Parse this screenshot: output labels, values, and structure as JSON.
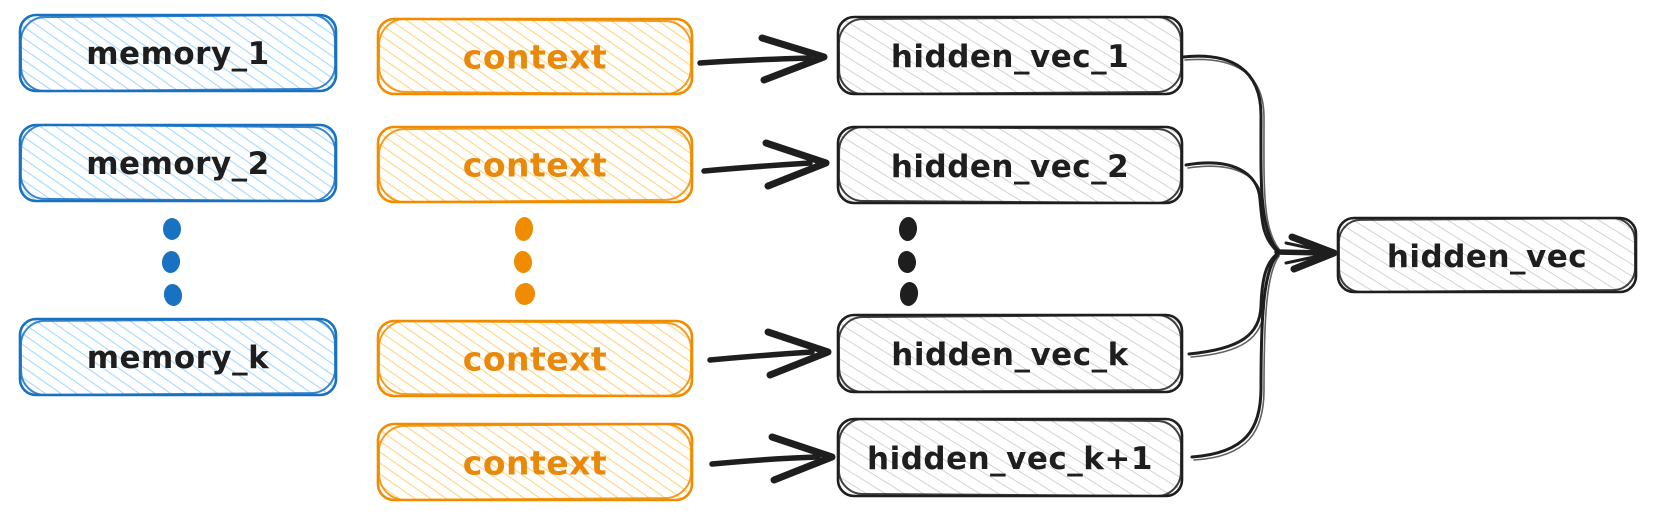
{
  "nodes": {
    "memory_1": "memory_1",
    "memory_2": "memory_2",
    "memory_k": "memory_k",
    "context": "context",
    "hidden_vec_1": "hidden_vec_1",
    "hidden_vec_2": "hidden_vec_2",
    "hidden_vec_k": "hidden_vec_k",
    "hidden_vec_k1": "hidden_vec_k+1",
    "hidden_vec": "hidden_vec"
  },
  "ellipsis": {
    "memory_column_dots": 3,
    "context_column_dots": 3,
    "hidden_column_dots": 3
  },
  "colors": {
    "page_bg": "#ffffff",
    "memory_stroke": "#1971c2",
    "memory_fill_hatch": "#a5d8ff",
    "context_stroke": "#f08c00",
    "context_text": "#e8890b",
    "context_fill_hatch": "#ffd480",
    "hidden_stroke": "#1e1e1e",
    "hidden_fill_hatch": "#ced4da",
    "text_dark": "#1e1e1e",
    "arrow": "#1e1e1e",
    "dots_blue": "#1971c2",
    "dots_orange": "#f08c00",
    "dots_black": "#1e1e1e"
  }
}
